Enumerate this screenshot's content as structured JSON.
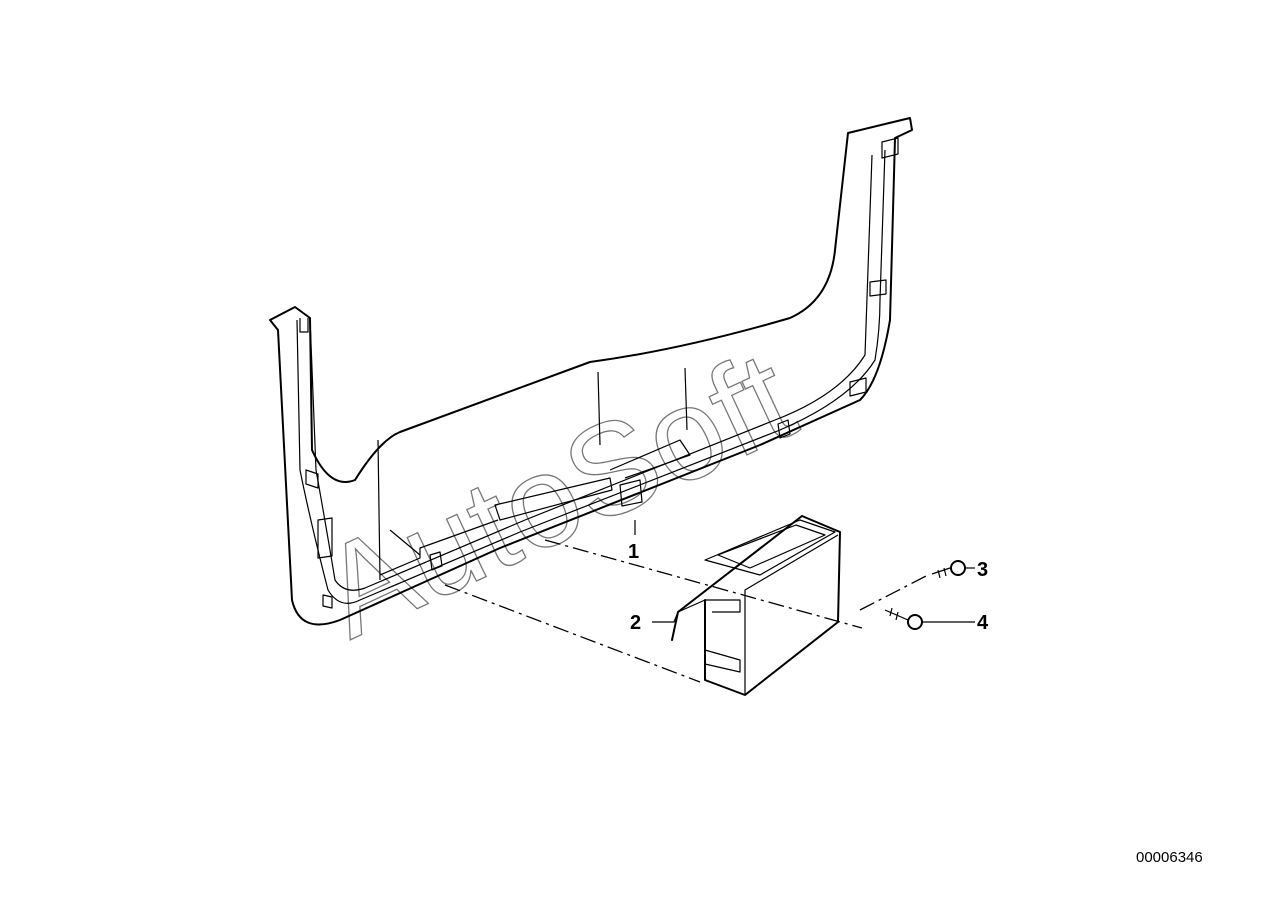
{
  "diagram": {
    "watermark": "AutoSoft",
    "diagram_number": "00006346",
    "callouts": [
      {
        "number": "1",
        "part": "trim-panel"
      },
      {
        "number": "2",
        "part": "cover"
      },
      {
        "number": "3",
        "part": "screw"
      },
      {
        "number": "4",
        "part": "screw"
      }
    ]
  }
}
